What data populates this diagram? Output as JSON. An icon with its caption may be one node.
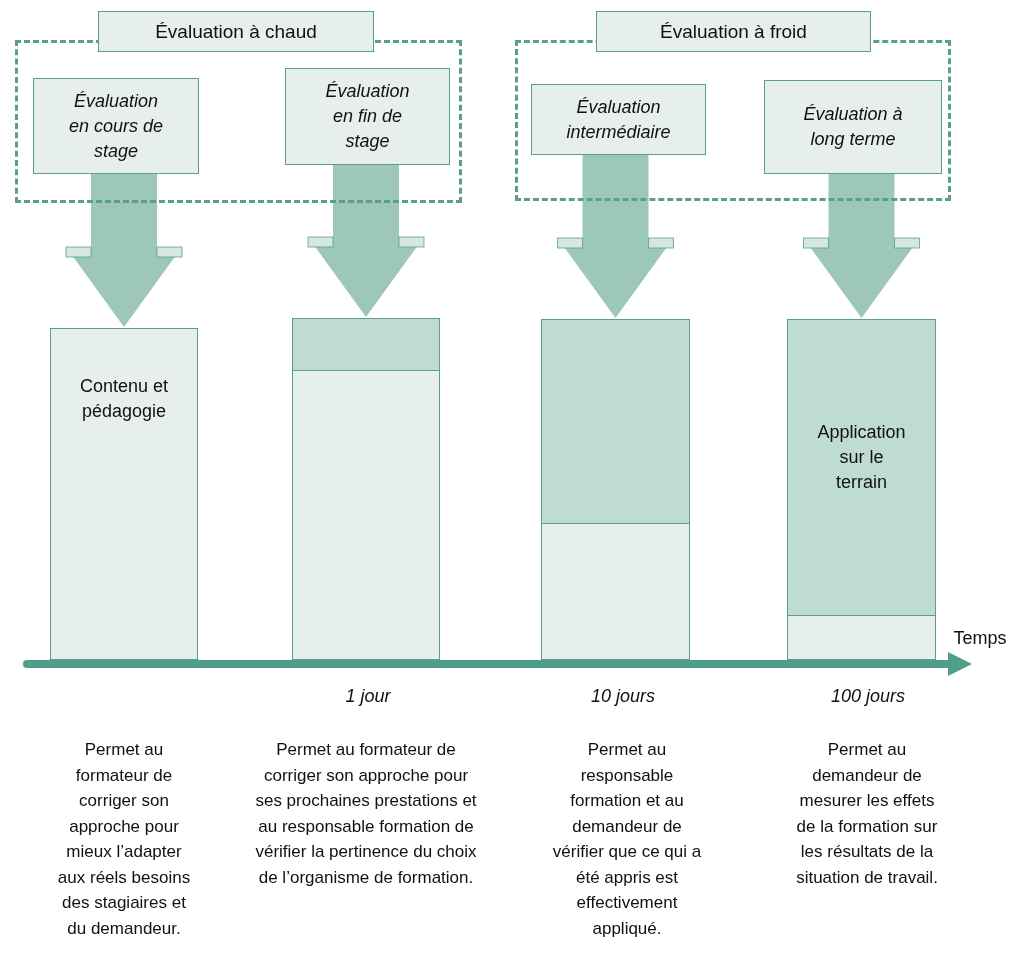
{
  "diagram": {
    "nodes": [
      {
        "text": [
          "Évaluation à chaud"
        ]
      },
      {
        "text": [
          "Évaluation en cours de stage"
        ],
        "in": 0
      },
      {
        "text": [
          "Évaluation en fin de stage"
        ],
        "in": 0
      },
      {
        "text": [
          "Évaluation à froid"
        ]
      },
      {
        "text": [
          "Évaluation intermédiaire"
        ],
        "in": 3
      },
      {
        "text": [
          "Évaluation à long terme"
        ],
        "in": 3
      },
      {
        "text": [
          "Contenu et pédagogie"
        ]
      },
      {
        "text": [],
        "shape": "bar"
      },
      {
        "text": [],
        "shape": "bar"
      },
      {
        "text": [
          "Application sur le terrain"
        ]
      }
    ],
    "edges": [
      {
        "from": 1,
        "to": 6,
        "arrow": "to",
        "style": "thick"
      },
      {
        "from": 2,
        "to": 7,
        "arrow": "to",
        "style": "thick"
      },
      {
        "from": 4,
        "to": 8,
        "arrow": "to",
        "style": "thick"
      },
      {
        "from": 5,
        "to": 9,
        "arrow": "to",
        "style": "thick"
      }
    ],
    "labels": [
      "Temps",
      "1 jour",
      "10 jours",
      "100 jours",
      "Permet au formateur de corriger son approche pour mieux l’adapter aux réels besoins des stagiaires et du demandeur.",
      "Permet au formateur de corriger son approche pour ses prochaines prestations et au responsable formation de vérifier la pertinence du choix de l’organisme de formation.",
      "Permet au responsable formation et au demandeur de vérifier que ce qui a été appris est effectivement appliqué.",
      "Permet au demandeur de mesurer les effets de la formation sur les résultats de la situation de travail."
    ]
  }
}
